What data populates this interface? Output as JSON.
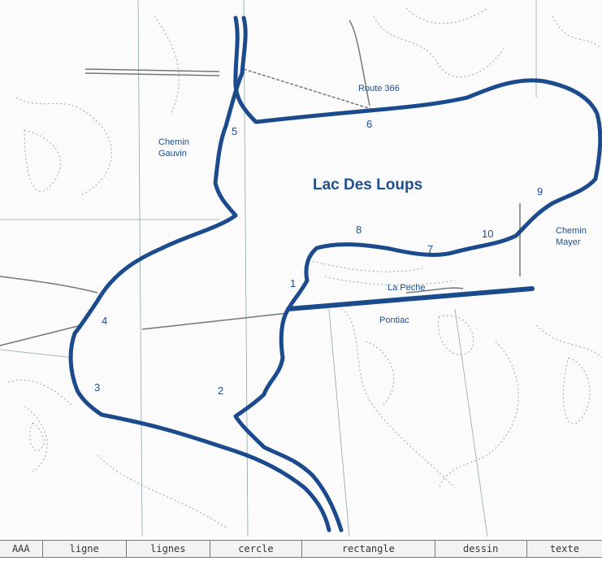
{
  "map": {
    "lake_name": "Lac Des Loups",
    "labels": {
      "route": "Route 366",
      "chemin_gauvin_1": "Chemin",
      "chemin_gauvin_2": "Gauvin",
      "chemin_mayer_1": "Chemin",
      "chemin_mayer_2": "Mayer",
      "la_peche": "La Peche",
      "pontiac": "Pontiac"
    },
    "points": [
      "1",
      "2",
      "3",
      "4",
      "5",
      "6",
      "7",
      "8",
      "9",
      "10"
    ]
  },
  "toolbar": {
    "items": [
      "AAA",
      "ligne",
      "lignes",
      "cercle",
      "rectangle",
      "dessin",
      "texte"
    ]
  }
}
